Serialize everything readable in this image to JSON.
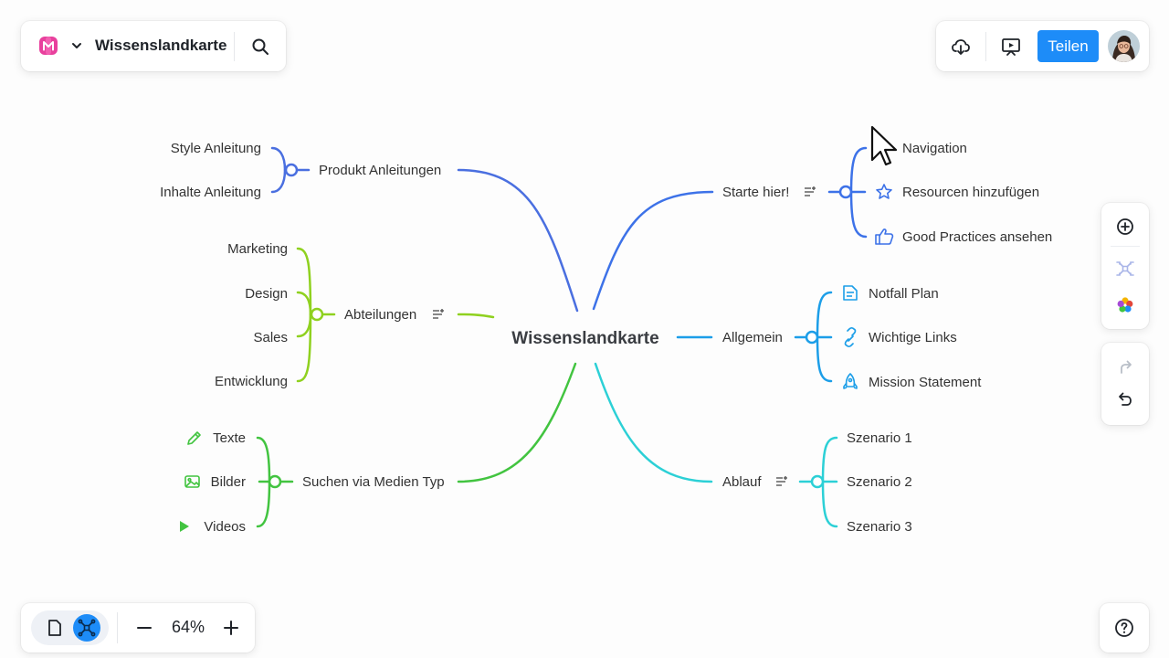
{
  "document": {
    "title": "Wissenslandkarte"
  },
  "header": {
    "share_label": "Teilen"
  },
  "zoom": {
    "level": "64%"
  },
  "colors": {
    "accent": "#1d8cf8",
    "branch_produkt": "#4a6fe0",
    "branch_abteilungen": "#8fd11f",
    "branch_medien": "#42c440",
    "branch_starte": "#3d72e8",
    "branch_allgemein": "#1c9ee8",
    "branch_ablauf": "#2cd0d6"
  },
  "mindmap": {
    "root": "Wissenslandkarte",
    "branches": {
      "produkt": {
        "label": "Produkt Anleitungen",
        "children": [
          "Style Anleitung",
          "Inhalte Anleitung"
        ]
      },
      "abteilungen": {
        "label": "Abteilungen",
        "children": [
          "Marketing",
          "Design",
          "Sales",
          "Entwicklung"
        ]
      },
      "medien": {
        "label": "Suchen via Medien Typ",
        "children": [
          "Texte",
          "Bilder",
          "Videos"
        ]
      },
      "starte": {
        "label": "Starte hier!",
        "children": [
          "Navigation",
          "Resourcen hinzufügen",
          "Good Practices ansehen"
        ]
      },
      "allgemein": {
        "label": "Allgemein",
        "children": [
          "Notfall Plan",
          "Wichtige Links",
          "Mission Statement"
        ]
      },
      "ablauf": {
        "label": "Ablauf",
        "children": [
          "Szenario 1",
          "Szenario 2",
          "Szenario 3"
        ]
      }
    }
  },
  "icons": {
    "texte": "pencil-icon",
    "bilder": "image-icon",
    "videos": "play-icon",
    "resourcen": "star-icon",
    "good_practices": "thumbs-up-icon",
    "notfall": "document-icon",
    "links": "link-icon",
    "mission": "rocket-icon",
    "note": "note-icon"
  }
}
